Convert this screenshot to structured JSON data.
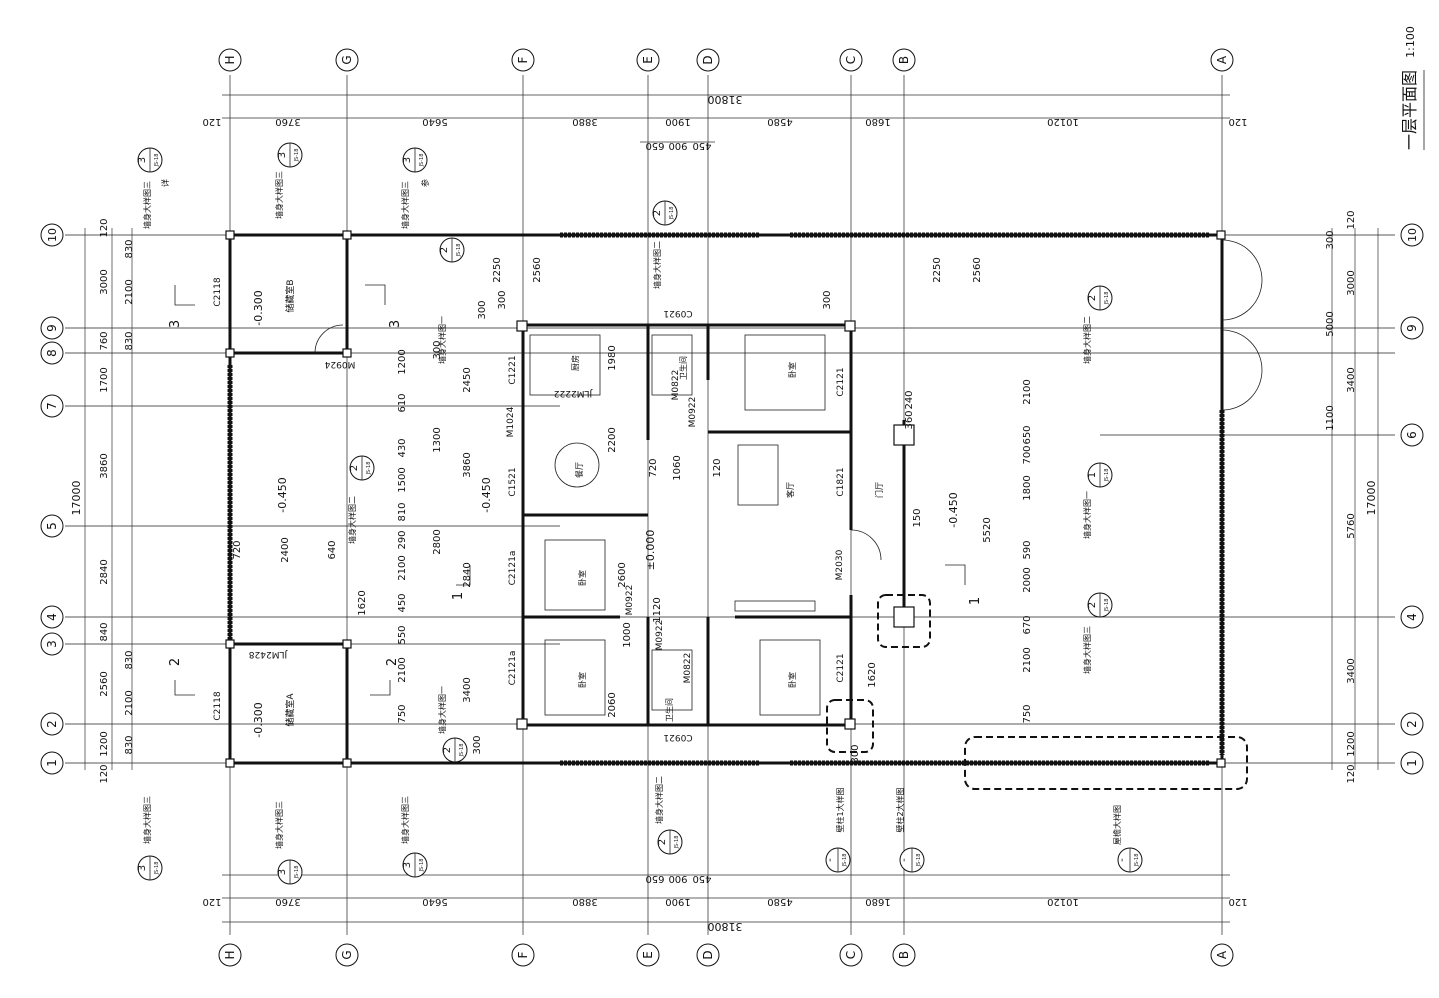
{
  "title": "一层平面图",
  "scale": "1:100",
  "axes_vertical": [
    "H",
    "G",
    "F",
    "E",
    "D",
    "C",
    "B",
    "A"
  ],
  "axes_horizontal": [
    "10",
    "9",
    "8",
    "7",
    "6",
    "5",
    "4",
    "3",
    "2",
    "1"
  ],
  "total_top": "31800",
  "total_bottom": "31800",
  "total_left": "17000",
  "total_right": "17000",
  "dims_top": [
    "120",
    "3760",
    "5640",
    "3880",
    "1900",
    "4580",
    "1680",
    "10120",
    "120"
  ],
  "dims_top_sub": [
    "650",
    "900",
    "450"
  ],
  "dims_bottom": [
    "120",
    "3760",
    "5640",
    "3880",
    "1900",
    "4580",
    "1680",
    "10120",
    "120"
  ],
  "dims_bottom_sub": [
    "650",
    "900",
    "450"
  ],
  "dims_left": [
    "120",
    "830",
    "3000",
    "2100",
    "830",
    "760",
    "1700",
    "3860",
    "2840",
    "840",
    "830",
    "2560",
    "2100",
    "1200",
    "830",
    "120"
  ],
  "dims_right": [
    "120",
    "300",
    "3000",
    "5000",
    "3400",
    "1100",
    "5760",
    "3400",
    "1200",
    "120"
  ],
  "rooms": {
    "storage_b": "储藏室B",
    "storage_a": "储藏室A",
    "kitchen": "厨房",
    "dining": "餐厅",
    "living": "客厅",
    "bedroom": "卧室",
    "bath": "卫生间",
    "hall": "门厅"
  },
  "levels": [
    "-0.300",
    "-0.450",
    "-0.450",
    "±0.000",
    "-0.450",
    "-0.300"
  ],
  "doors": [
    "M0924",
    "JLM2428",
    "JLM2222",
    "M0822",
    "M0922",
    "M0922",
    "M0822",
    "M0922",
    "M2030",
    "M1024"
  ],
  "windows": [
    "C2118",
    "C2118",
    "C1221",
    "C1521",
    "C2121a",
    "C2121a",
    "C2121",
    "C1821",
    "C2121",
    "C0921",
    "C0921"
  ],
  "notes": [
    "墙身大样图三",
    "墙身大样图二",
    "墙身大样图一",
    "屋檐大样图",
    "壁柱1大样图",
    "壁柱2大样图",
    "详",
    "参"
  ],
  "detail_refs": [
    "3",
    "2",
    "1",
    "-"
  ],
  "detail_sheet": "JS-18",
  "section_marks": [
    "3",
    "3",
    "2",
    "2",
    "1",
    "1"
  ],
  "inner_dims": [
    "2250",
    "2560",
    "2250",
    "2560",
    "300",
    "300",
    "2100",
    "1800",
    "5520",
    "2000",
    "670",
    "590",
    "700",
    "650",
    "2100",
    "750",
    "1620",
    "300",
    "2200",
    "1060",
    "720",
    "120",
    "1980",
    "2450",
    "1200",
    "610",
    "300",
    "1300",
    "430",
    "1500",
    "810",
    "290",
    "2100",
    "550",
    "450",
    "1620",
    "2800",
    "3860",
    "3400",
    "2100",
    "750",
    "300",
    "240",
    "360",
    "150",
    "1000",
    "2060",
    "2600",
    "1120",
    "2400",
    "720",
    "640",
    "300",
    "2840"
  ]
}
